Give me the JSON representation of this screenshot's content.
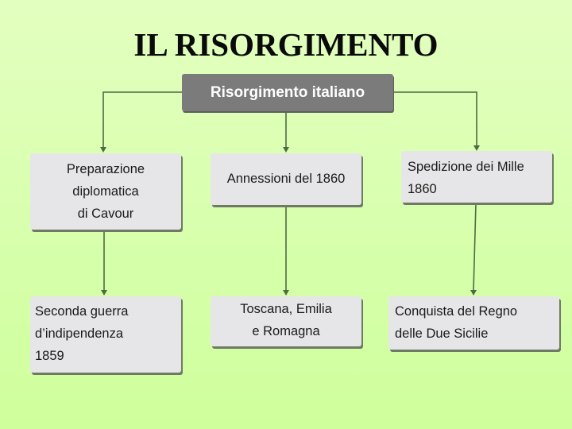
{
  "title": "IL RISORGIMENTO",
  "colors": {
    "background_top": "#e3ffc0",
    "background_bottom": "#cfff9c",
    "root_box": "#7b7b7b",
    "node_box": "#e6e6e8",
    "connector": "#4f6b42"
  },
  "root": {
    "label": "Risorgimento italiano"
  },
  "level1": [
    {
      "id": "a",
      "lines": [
        "Preparazione",
        "diplomatica",
        "di Cavour"
      ]
    },
    {
      "id": "b",
      "lines": [
        "Annessioni del 1860"
      ]
    },
    {
      "id": "c",
      "lines": [
        "Spedizione dei Mille",
        "1860"
      ]
    }
  ],
  "level2": [
    {
      "id": "d",
      "parent": "a",
      "lines": [
        "Seconda guerra",
        "d’indipendenza",
        "1859"
      ]
    },
    {
      "id": "e",
      "parent": "b",
      "lines": [
        "Toscana, Emilia",
        "e Romagna"
      ]
    },
    {
      "id": "f",
      "parent": "c",
      "lines": [
        "Conquista del Regno",
        "delle Due Sicilie"
      ]
    }
  ]
}
